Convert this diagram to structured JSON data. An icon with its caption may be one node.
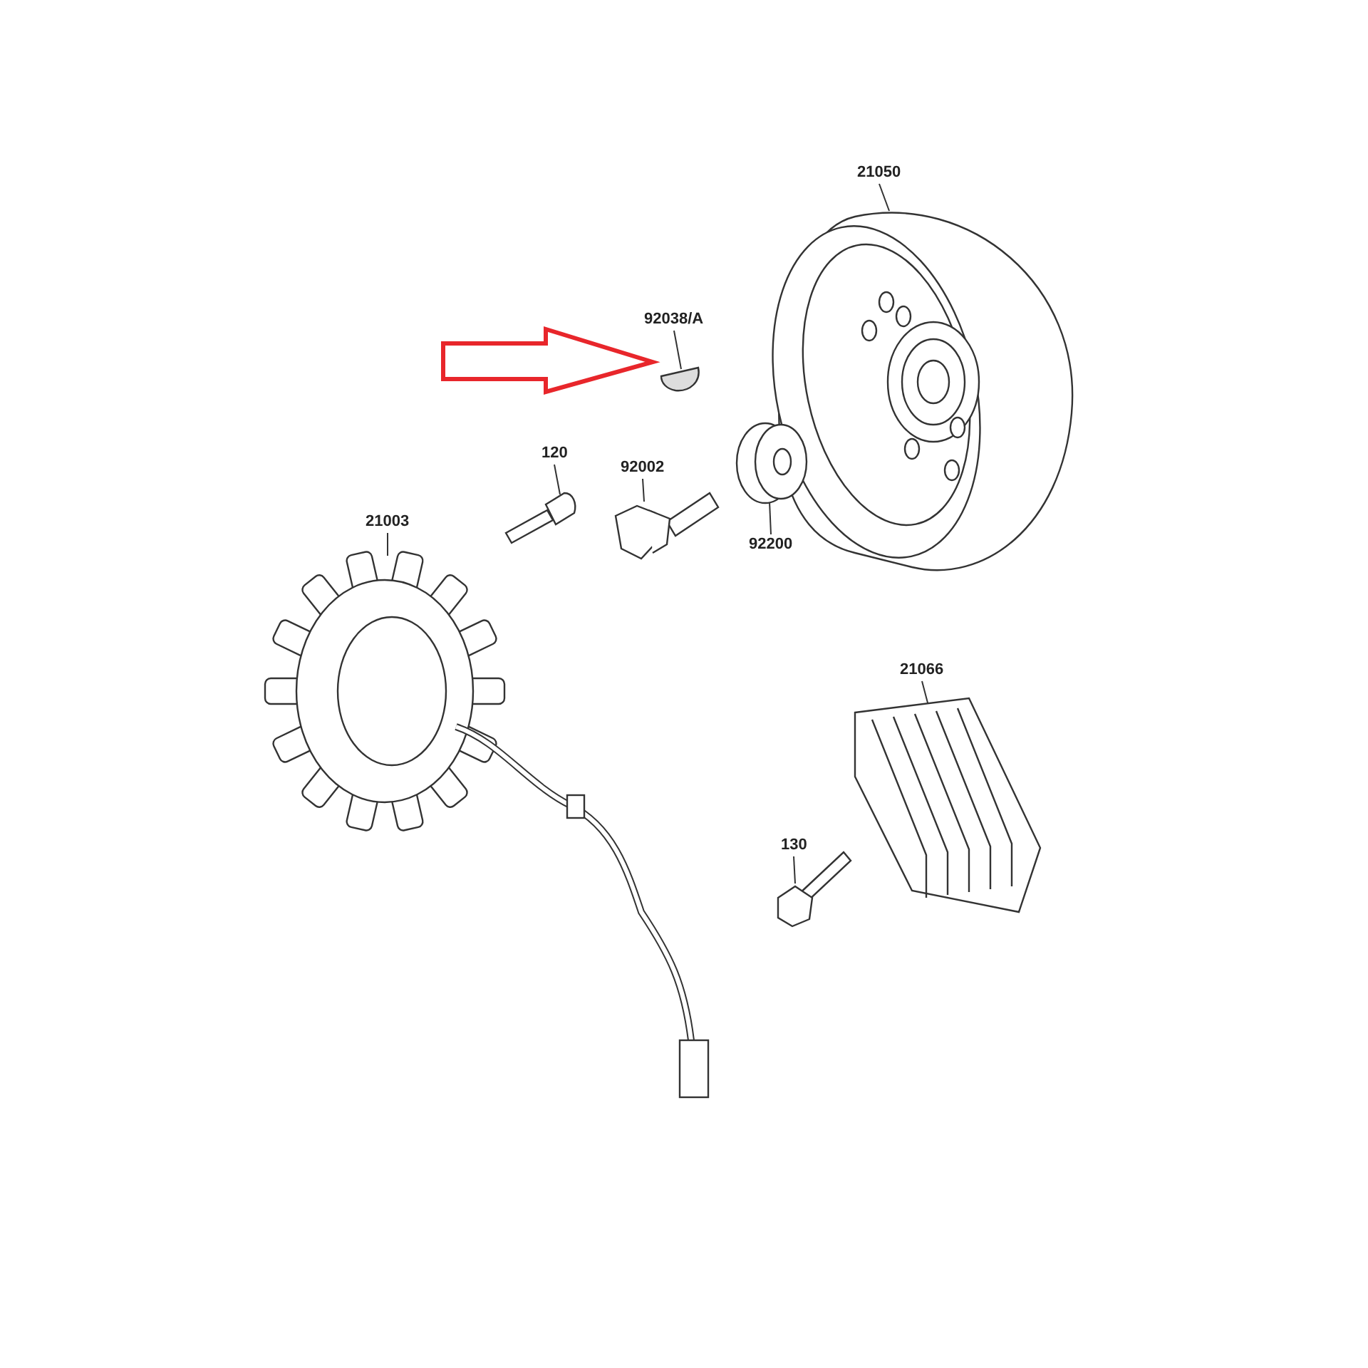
{
  "diagram": {
    "nodes": [
      {
        "text": [
          "21050"
        ]
      },
      {
        "text": [],
        "shape": "picture"
      },
      {
        "text": [
          "92038/A"
        ]
      },
      {
        "text": [],
        "shape": "picture"
      },
      {
        "text": [
          "120"
        ]
      },
      {
        "text": [],
        "shape": "picture"
      },
      {
        "text": [
          "92002"
        ]
      },
      {
        "text": [],
        "shape": "picture"
      },
      {
        "text": [
          "92200"
        ]
      },
      {
        "text": [],
        "shape": "picture"
      },
      {
        "text": [
          "21003"
        ]
      },
      {
        "text": [],
        "shape": "picture"
      },
      {
        "text": [
          "21066"
        ]
      },
      {
        "text": [],
        "shape": "picture"
      },
      {
        "text": [
          "130"
        ]
      },
      {
        "text": [],
        "shape": "picture"
      }
    ],
    "edges": [
      {
        "from": 0,
        "to": 1,
        "arrow": "none"
      },
      {
        "from": 2,
        "to": 3,
        "arrow": "none"
      },
      {
        "from": 4,
        "to": 5,
        "arrow": "none"
      },
      {
        "from": 6,
        "to": 7,
        "arrow": "none"
      },
      {
        "from": 8,
        "to": 9,
        "arrow": "none"
      },
      {
        "from": 10,
        "to": 11,
        "arrow": "none"
      },
      {
        "from": 12,
        "to": 13,
        "arrow": "none"
      },
      {
        "from": 14,
        "to": 15,
        "arrow": "none"
      },
      {
        "from": null,
        "to": 3,
        "arrow": "to",
        "style": "thick",
        "color": "#e8262b"
      }
    ]
  }
}
